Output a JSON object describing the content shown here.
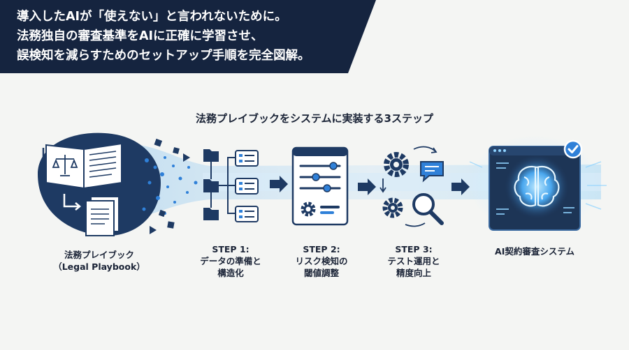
{
  "banner": {
    "lines": [
      "導入したAIが「使えない」と言われないために。",
      "法務独自の審査基準をAIに正確に学習させ、",
      "誤検知を減らすためのセットアップ手順を完全図解。"
    ],
    "color": "#15243f"
  },
  "diagram": {
    "title": "法務プレイブックをシステムに実装する3ステップ",
    "nodes": [
      {
        "id": "playbook",
        "lines": [
          "法務プレイブック",
          "（Legal Playbook）"
        ],
        "icon": "book-icon"
      },
      {
        "id": "step1",
        "lines": [
          "STEP 1:",
          "データの準備と",
          "構造化"
        ],
        "icon": "folder-tree-icon"
      },
      {
        "id": "step2",
        "lines": [
          "STEP 2:",
          "リスク検知の",
          "閾値調整"
        ],
        "icon": "sliders-icon"
      },
      {
        "id": "step3",
        "lines": [
          "STEP 3:",
          "テスト運用と",
          "精度向上"
        ],
        "icon": "gear-search-icon"
      },
      {
        "id": "system",
        "lines": [
          "AI契約審査システム"
        ],
        "icon": "brain-monitor-icon"
      }
    ],
    "colors": {
      "navy": "#1e3a63",
      "accent": "#2f80d8",
      "glow": "#8fd3ff",
      "flow": "#bcdcf3"
    }
  }
}
